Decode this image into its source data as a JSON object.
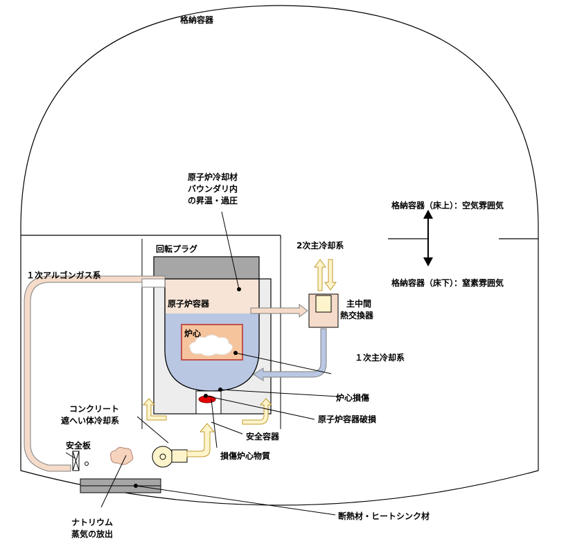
{
  "labels": {
    "containment": "格納容器",
    "boundary_l1": "原子炉冷却材",
    "boundary_l2": "バウンダリ内",
    "boundary_l3": "の昇温・過圧",
    "upper_atmos": "格納容器（床上）：空気雰囲気",
    "lower_atmos": "格納容器（床下）：窒素雰囲気",
    "secondary_loop": "2次主冷却系",
    "rotating_plug": "回転プラグ",
    "argon_gas": "１次アルゴンガス系",
    "reactor_vessel": "原子炉容器",
    "ihx_l1": "主中間",
    "ihx_l2": "熱交換器",
    "core": "炉心",
    "primary_loop": "１次主冷却系",
    "core_damage": "炉心損傷",
    "concrete_l1": "コンクリート",
    "concrete_l2": "遮へい体冷却系",
    "vessel_failure": "原子炉容器破損",
    "guard_vessel": "安全容器",
    "safety_plate": "安全板",
    "debris": "損傷炉心物質",
    "insulation": "断熱材・ヒートシンク材",
    "sodium_l1": "ナトリウム",
    "sodium_l2": "蒸気の放出"
  },
  "colors": {
    "vessel_fill": "#f7e4d6",
    "sodium_fill": "#b9c7e3",
    "guard_fill": "#ededed",
    "plug_fill": "#a6a6a6",
    "core_fill": "#f6c49c",
    "core_border": "#c0504d",
    "arrow_fill": "#fef4cc",
    "arrow_stroke": "#c09a2b",
    "pipe_fill": "#f5dbc9",
    "pipe_stroke": "#7f7f7f",
    "debris_fill": "#e50000",
    "heatsink_fill": "#a6a6a6"
  }
}
